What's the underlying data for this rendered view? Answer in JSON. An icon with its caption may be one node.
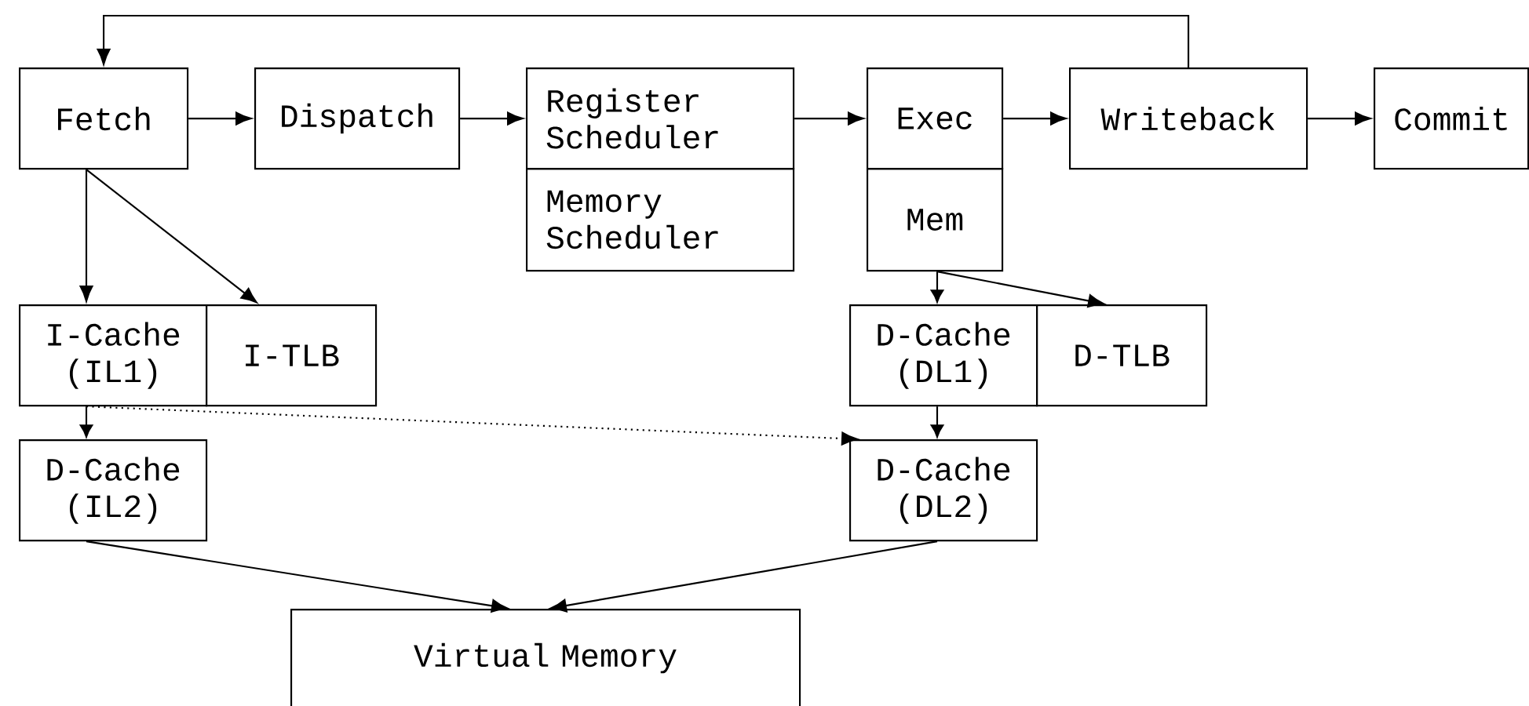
{
  "diagram": {
    "nodes": [
      {
        "text": [
          "Fetch"
        ]
      },
      {
        "text": [
          "Dispatch"
        ]
      },
      {
        "text": [
          "Register Scheduler"
        ]
      },
      {
        "text": [
          "Memory Scheduler"
        ]
      },
      {
        "text": [
          "Exec"
        ]
      },
      {
        "text": [
          "Mem"
        ]
      },
      {
        "text": [
          "Writeback"
        ]
      },
      {
        "text": [
          "Commit"
        ]
      },
      {
        "text": [
          "I-Cache (IL1)"
        ]
      },
      {
        "text": [
          "I-TLB"
        ]
      },
      {
        "text": [
          "D-Cache (DL1)"
        ]
      },
      {
        "text": [
          "D-TLB"
        ]
      },
      {
        "text": [
          "D-Cache (IL2)"
        ]
      },
      {
        "text": [
          "D-Cache (DL2)"
        ]
      },
      {
        "text": [
          "Virtual Memory"
        ]
      }
    ],
    "edges": [
      {
        "from": 0,
        "to": 1,
        "arrow": "to"
      },
      {
        "from": 1,
        "to": 2,
        "arrow": "to"
      },
      {
        "from": 2,
        "to": 4,
        "arrow": "to"
      },
      {
        "from": 4,
        "to": 6,
        "arrow": "to"
      },
      {
        "from": 6,
        "to": 7,
        "arrow": "to"
      },
      {
        "from": 6,
        "to": 0,
        "arrow": "to"
      },
      {
        "from": 0,
        "to": 8,
        "arrow": "to"
      },
      {
        "from": 0,
        "to": 9,
        "arrow": "to"
      },
      {
        "from": 5,
        "to": 10,
        "arrow": "to"
      },
      {
        "from": 5,
        "to": 11,
        "arrow": "to"
      },
      {
        "from": 8,
        "to": 12,
        "arrow": "to"
      },
      {
        "from": 8,
        "to": 13,
        "arrow": "to",
        "style": "dashed"
      },
      {
        "from": 10,
        "to": 13,
        "arrow": "to"
      },
      {
        "from": 12,
        "to": 14,
        "arrow": "to"
      },
      {
        "from": 13,
        "to": 14,
        "arrow": "to"
      }
    ]
  }
}
